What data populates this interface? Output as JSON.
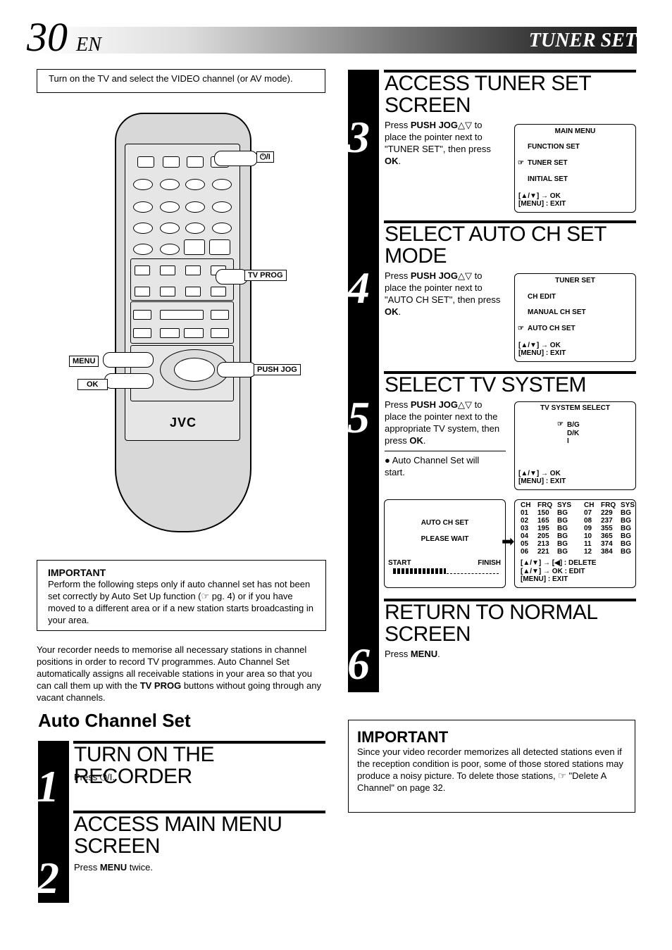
{
  "header": {
    "page_number": "30",
    "lang": "EN",
    "section": "TUNER SET"
  },
  "intro_note": "Turn on the TV and select the VIDEO channel (or AV mode).",
  "remote": {
    "brand": "JVC",
    "labels": {
      "power": "⏻/I",
      "tv_prog": "TV PROG",
      "push_jog": "PUSH JOG",
      "menu": "MENU",
      "ok": "OK"
    }
  },
  "important_left": {
    "title": "IMPORTANT",
    "body": "Perform the following steps only if auto channel set has not been set correctly by Auto Set Up function (☞ pg. 4) or if you have moved to a different area or if a new station starts broadcasting in your area."
  },
  "description": {
    "pre": "Your recorder needs to memorise all necessary stations in channel positions in order to record TV programmes. Auto Channel Set automatically assigns all receivable stations in your area so that you can call them up with the ",
    "bold": "TV PROG",
    "post": " buttons without going through any vacant channels."
  },
  "auto_channel_title": "Auto Channel Set",
  "steps": [
    {
      "num": "1",
      "title": "TURN ON THE RECORDER",
      "pre": "Press ",
      "bold": "",
      "post": "⏻/I."
    },
    {
      "num": "2",
      "title": "ACCESS MAIN MENU SCREEN",
      "pre": "Press ",
      "bold": "MENU",
      "post": " twice."
    },
    {
      "num": "3",
      "title": "ACCESS TUNER SET SCREEN",
      "pre": "Press ",
      "bold": "PUSH JOG",
      "mid": "△▽ to place the pointer next to \"TUNER SET\", then press ",
      "bold2": "OK",
      "post": "."
    },
    {
      "num": "4",
      "title": "SELECT AUTO CH SET MODE",
      "pre": "Press ",
      "bold": "PUSH JOG",
      "mid": "△▽ to place the pointer next to \"AUTO CH SET\", then press ",
      "bold2": "OK",
      "post": "."
    },
    {
      "num": "5",
      "title": "SELECT TV SYSTEM",
      "pre": "Press ",
      "bold": "PUSH JOG",
      "mid": "△▽ to place the pointer next to the appropriate TV system, then press ",
      "bold2": "OK",
      "post": ".",
      "bullet": "Auto Channel Set will start."
    },
    {
      "num": "6",
      "title": "RETURN TO NORMAL SCREEN",
      "pre": "Press ",
      "bold": "MENU",
      "post": "."
    }
  ],
  "osd_main": {
    "title": "MAIN MENU",
    "items": [
      "FUNCTION SET",
      "TUNER SET",
      "INITIAL SET"
    ],
    "pointer": "☞",
    "nav1": "[▲/▼] → OK",
    "nav2": "[MENU] : EXIT"
  },
  "osd_tuner": {
    "title": "TUNER SET",
    "items": [
      "CH EDIT",
      "MANUAL CH SET",
      "AUTO CH SET"
    ],
    "pointer": "☞",
    "nav1": "[▲/▼] → OK",
    "nav2": "[MENU] : EXIT"
  },
  "osd_system": {
    "title": "TV SYSTEM SELECT",
    "items": [
      "B/G",
      "D/K",
      "I"
    ],
    "pointer": "☞",
    "nav1": "[▲/▼] → OK",
    "nav2": "[MENU] : EXIT"
  },
  "osd_auto": {
    "title": "AUTO CH SET",
    "wait": "PLEASE WAIT",
    "start": "START",
    "finish": "FINISH",
    "progress": 0.5
  },
  "osd_channels": {
    "headers": [
      "CH",
      "FRQ",
      "SYS",
      "CH",
      "FRQ",
      "SYS"
    ],
    "rows": [
      [
        "01",
        "150",
        "BG",
        "07",
        "229",
        "BG"
      ],
      [
        "02",
        "165",
        "BG",
        "08",
        "237",
        "BG"
      ],
      [
        "03",
        "195",
        "BG",
        "09",
        "355",
        "BG"
      ],
      [
        "04",
        "205",
        "BG",
        "10",
        "365",
        "BG"
      ],
      [
        "05",
        "213",
        "BG",
        "11",
        "374",
        "BG"
      ],
      [
        "06",
        "221",
        "BG",
        "12",
        "384",
        "BG"
      ]
    ],
    "nav1": "[▲/▼] → [◀] : DELETE",
    "nav2": "[▲/▼] → OK : EDIT",
    "nav3": "[MENU] : EXIT"
  },
  "important_right": {
    "title": "IMPORTANT",
    "body": "Since your video recorder memorizes all detected stations even if the reception condition is poor, some of those stored stations may produce a noisy picture. To delete those stations, ☞ \"Delete A Channel\" on page 32."
  }
}
